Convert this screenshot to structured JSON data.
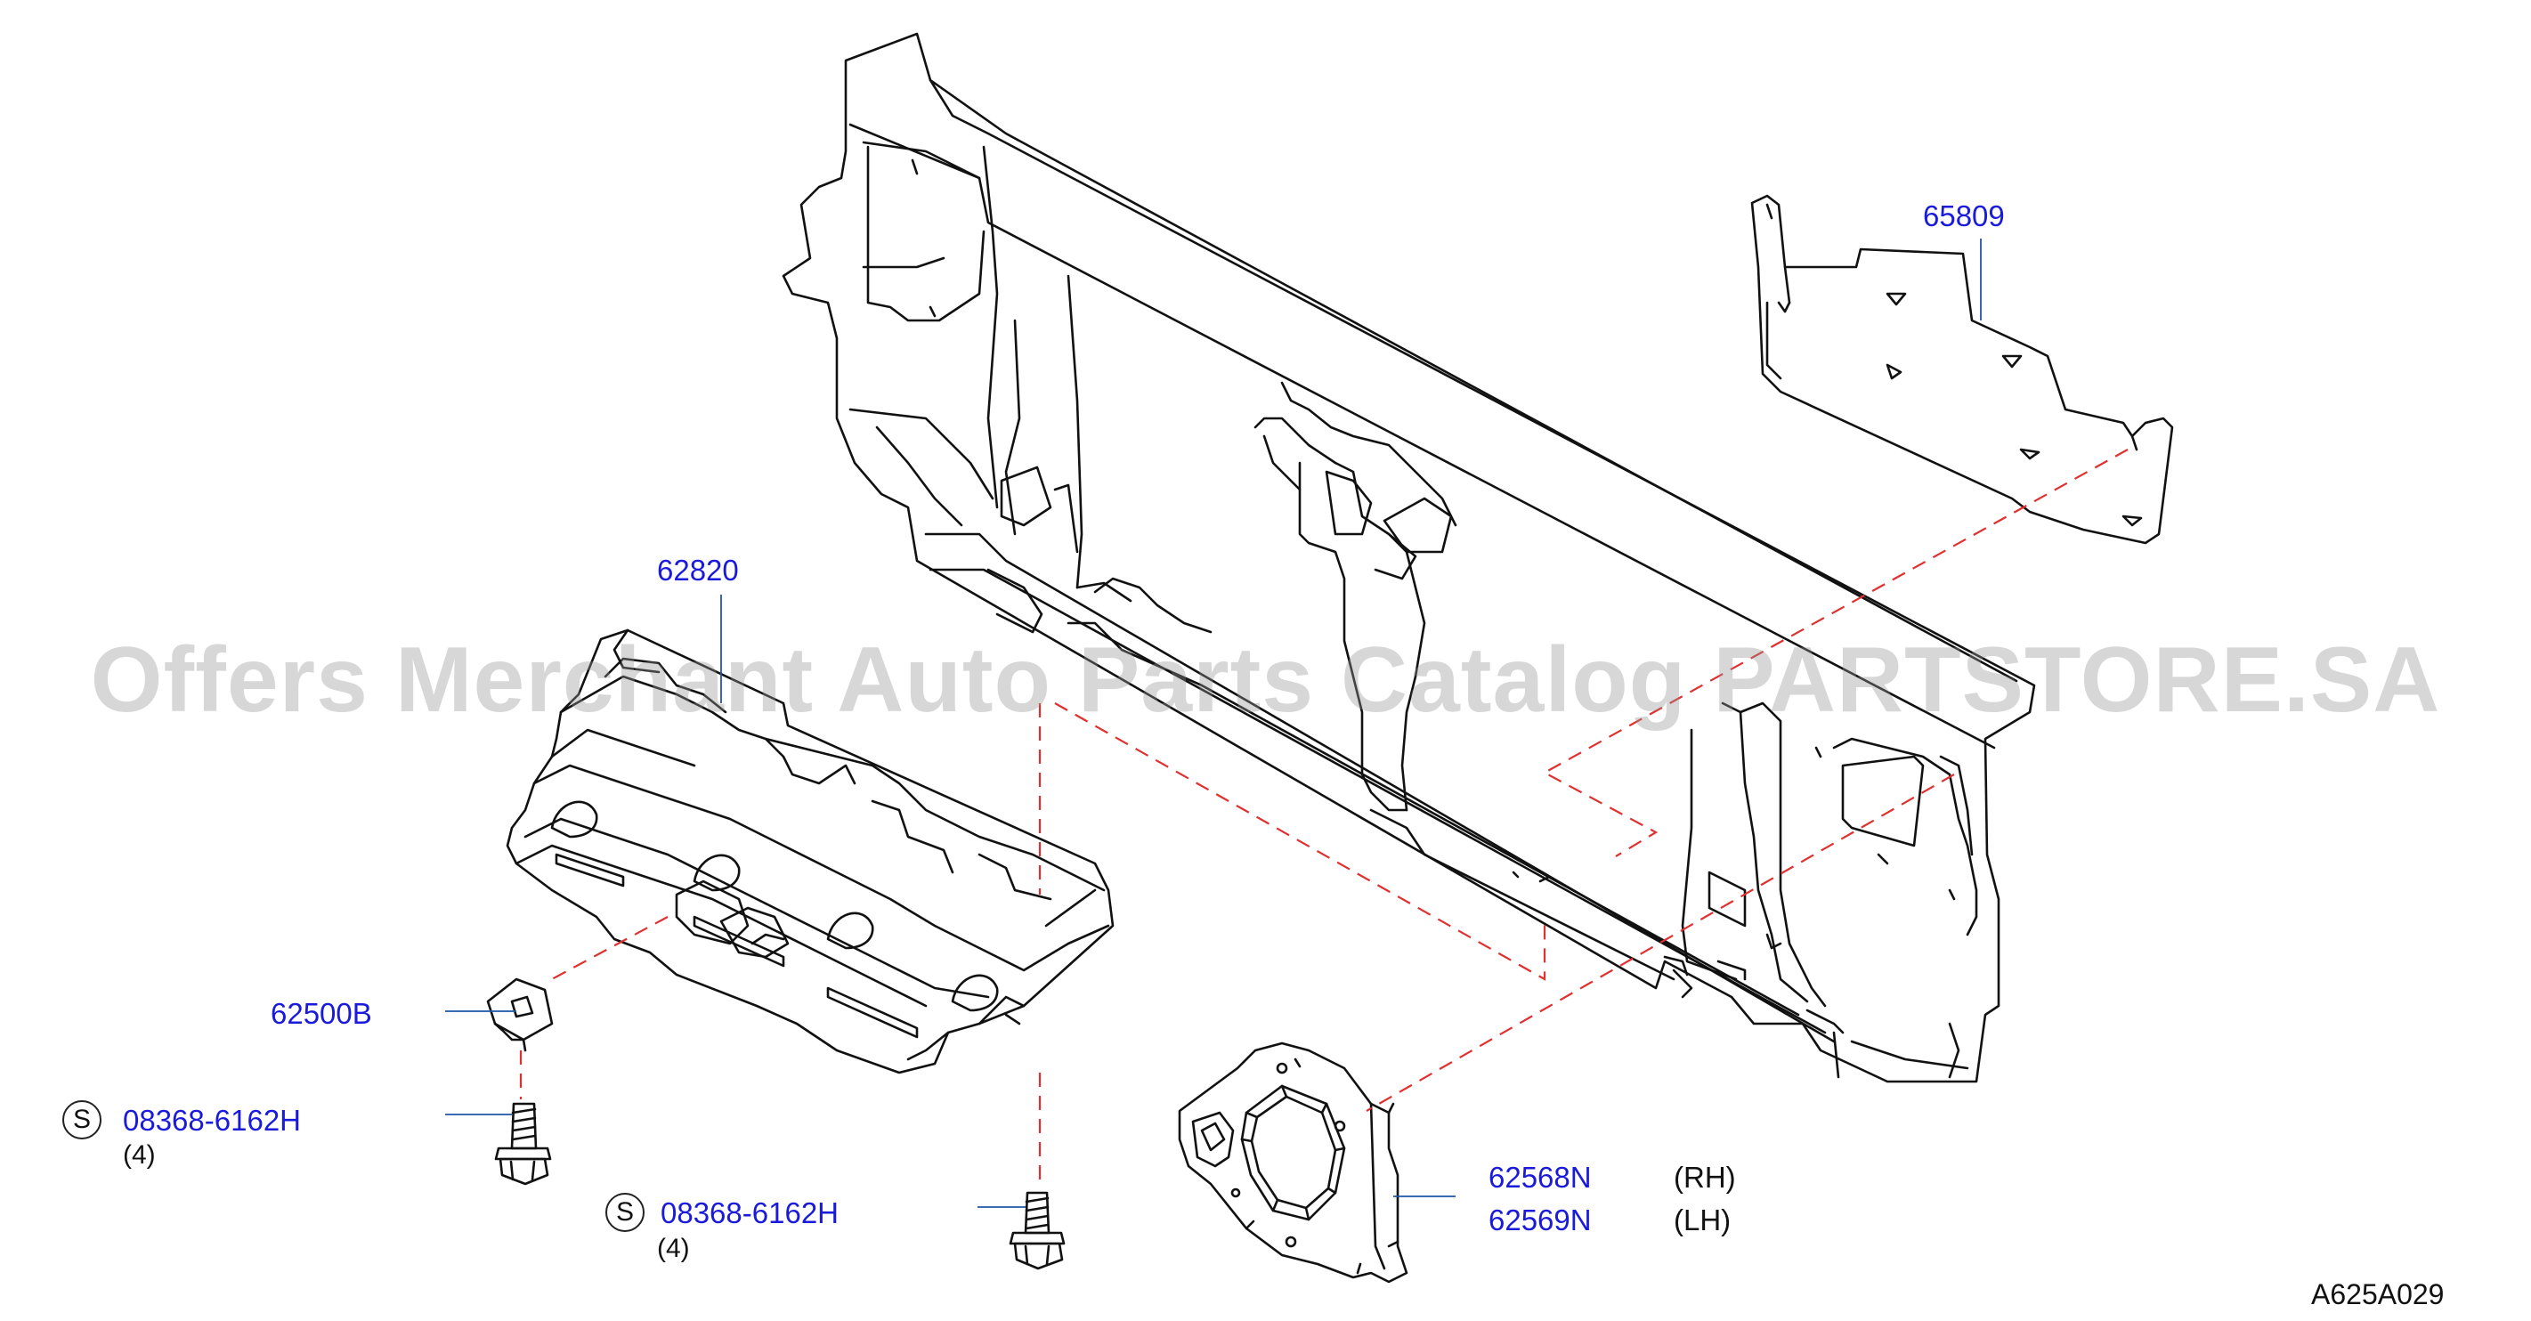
{
  "watermark": "Offers Merchant Auto Parts Catalog PARTSTORE.SA",
  "diagram_code": "A625A029",
  "parts": {
    "seal_upper": {
      "number": "65809"
    },
    "air_guide": {
      "number": "62820"
    },
    "clip": {
      "number": "62500B"
    },
    "bolt_left": {
      "symbol": "S",
      "number": "08368-6162H",
      "qty": "(4)"
    },
    "bolt_center": {
      "symbol": "S",
      "number": "08368-6162H",
      "qty": "(4)"
    },
    "bracket_rh": {
      "number": "62568N",
      "side": "(RH)"
    },
    "bracket_lh": {
      "number": "62569N",
      "side": "(LH)"
    }
  },
  "colors": {
    "line_art": "#111111",
    "part_number": "#1a1adb",
    "leader_line": "#2255aa",
    "dashed_guide": "#e03030",
    "watermark": "#969696"
  }
}
